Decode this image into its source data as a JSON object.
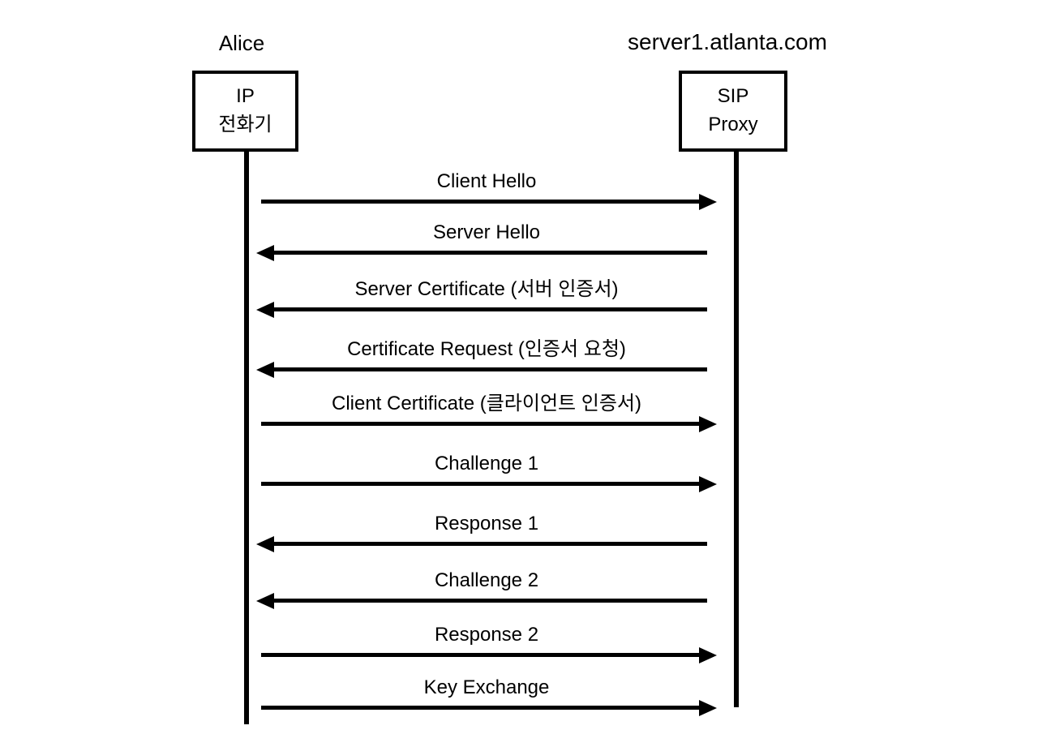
{
  "diagram": {
    "type": "sequence-diagram",
    "colors": {
      "line": "#000000",
      "background": "#ffffff",
      "text": "#000000"
    },
    "actors": {
      "left": {
        "name": "Alice",
        "box_line1": "IP",
        "box_line2": "전화기"
      },
      "right": {
        "name": "server1.atlanta.com",
        "box_line1": "SIP",
        "box_line2": "Proxy"
      }
    },
    "messages": [
      {
        "label": "Client Hello",
        "from": "left",
        "to": "right",
        "direction": "right"
      },
      {
        "label": "Server Hello",
        "from": "right",
        "to": "left",
        "direction": "left"
      },
      {
        "label": "Server Certificate (서버 인증서)",
        "from": "right",
        "to": "left",
        "direction": "left"
      },
      {
        "label": "Certificate Request (인증서 요청)",
        "from": "right",
        "to": "left",
        "direction": "left"
      },
      {
        "label": "Client Certificate (클라이언트 인증서)",
        "from": "left",
        "to": "right",
        "direction": "right"
      },
      {
        "label": "Challenge 1",
        "from": "left",
        "to": "right",
        "direction": "right"
      },
      {
        "label": "Response 1",
        "from": "right",
        "to": "left",
        "direction": "left"
      },
      {
        "label": "Challenge 2",
        "from": "right",
        "to": "left",
        "direction": "left"
      },
      {
        "label": "Response 2",
        "from": "left",
        "to": "right",
        "direction": "right"
      },
      {
        "label": "Key Exchange",
        "from": "left",
        "to": "right",
        "direction": "right"
      }
    ]
  }
}
